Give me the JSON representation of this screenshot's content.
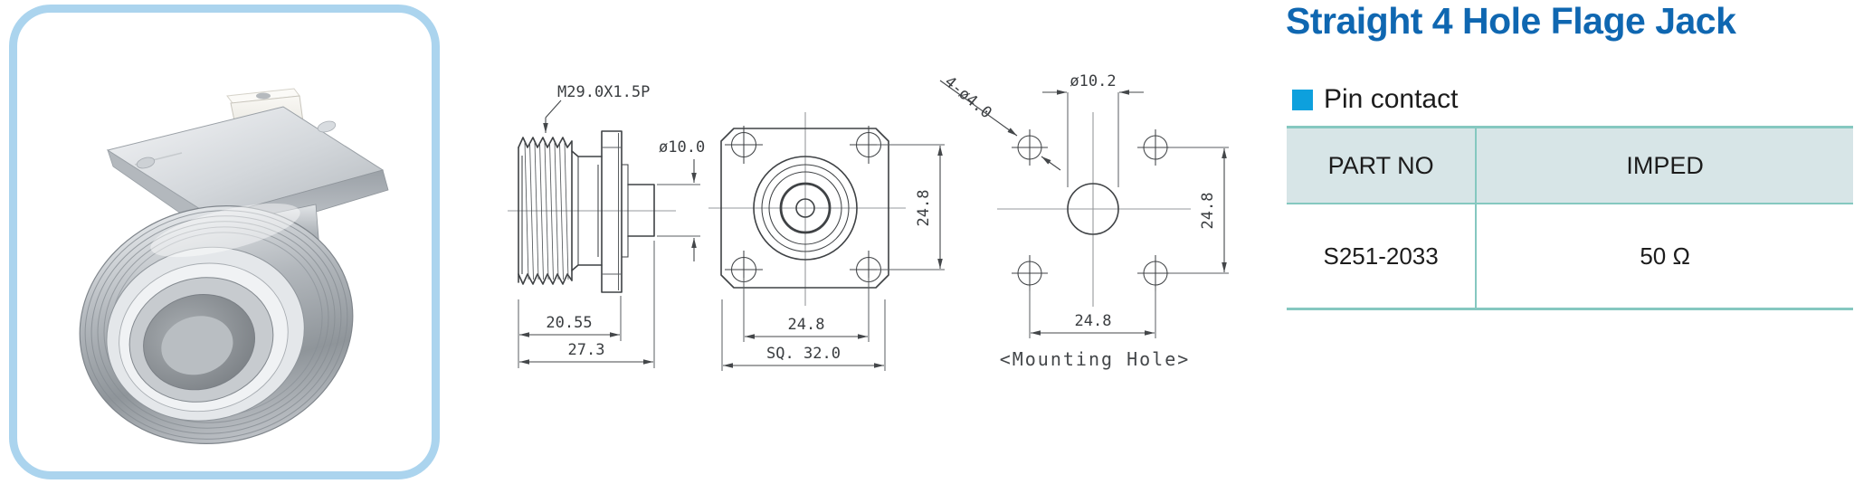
{
  "header": {
    "title": "Straight 4 Hole Flage Jack",
    "subtitle": "Pin contact"
  },
  "table": {
    "headers": [
      "PART NO",
      "IMPED"
    ],
    "rows": [
      [
        "S251-2033",
        "50 Ω"
      ]
    ]
  },
  "drawings": {
    "side_view": {
      "thread_label": "M29.0X1.5P",
      "stub_diameter": "ø10.0",
      "body_length": "20.55",
      "total_length": "27.3"
    },
    "front_view": {
      "hole_spacing_vertical": "24.8",
      "hole_spacing_horizontal": "24.8",
      "flange_size": "SQ. 32.0"
    },
    "mounting_view": {
      "holes_label": "4-ø4.0",
      "center_hole_diameter": "ø10.2",
      "hole_spacing_vertical": "24.8",
      "hole_spacing_horizontal": "24.8",
      "caption": "<Mounting Hole>"
    }
  },
  "colors": {
    "title_blue": "#0f67b1",
    "bullet_blue": "#0da0dd",
    "table_border_teal": "#85c8c0",
    "table_header_bg": "#d7e5e7",
    "photo_frame_blue": "#abd4ee",
    "drawing_line": "#3f4245"
  }
}
